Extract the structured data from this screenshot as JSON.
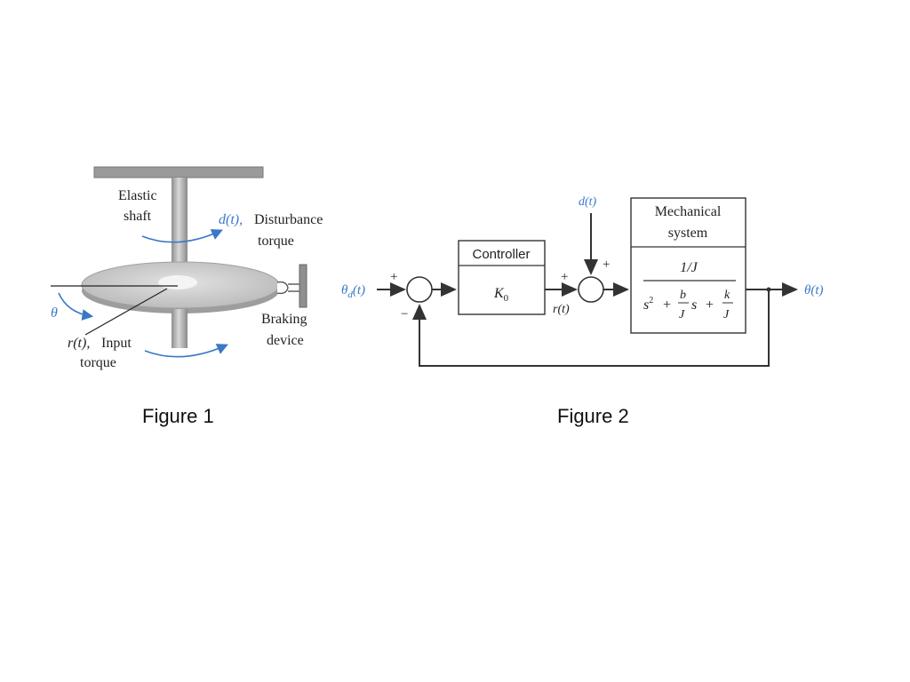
{
  "figure1": {
    "caption": "Figure 1",
    "labels": {
      "elastic": "Elastic",
      "shaft": "shaft",
      "disturbance_symbol": "d(t),",
      "disturbance_text": "Disturbance",
      "disturbance_text2": "torque",
      "theta": "θ",
      "input_symbol": "r(t),",
      "input_text": "Input",
      "input_text2": "torque",
      "braking": "Braking",
      "device": "device"
    }
  },
  "figure2": {
    "caption": "Figure 2",
    "input_signal": "θd(t)",
    "input_main": "θ",
    "input_sub": "d",
    "input_tail": "(t)",
    "output_signal": "θ(t)",
    "disturbance": "d(t)",
    "control_signal": "r(t)",
    "sum1_plus": "+",
    "sum1_minus": "−",
    "sum2_plus_left": "+",
    "sum2_plus_top": "+",
    "controller_title": "Controller",
    "controller_gain": "K",
    "controller_gain_sub": "0",
    "mech_title_1": "Mechanical",
    "mech_title_2": "system",
    "tf_numerator": "1/J",
    "tf_s2": "s",
    "tf_sq": "2",
    "tf_plus1": "+",
    "tf_b": "b",
    "tf_J1": "J",
    "tf_s": "s",
    "tf_plus2": "+",
    "tf_k": "k",
    "tf_J2": "J"
  },
  "colors": {
    "accent_blue": "#3a78c8",
    "line": "#333333",
    "disk": "#c9c9c9",
    "shaft": "#a8a8a8"
  }
}
